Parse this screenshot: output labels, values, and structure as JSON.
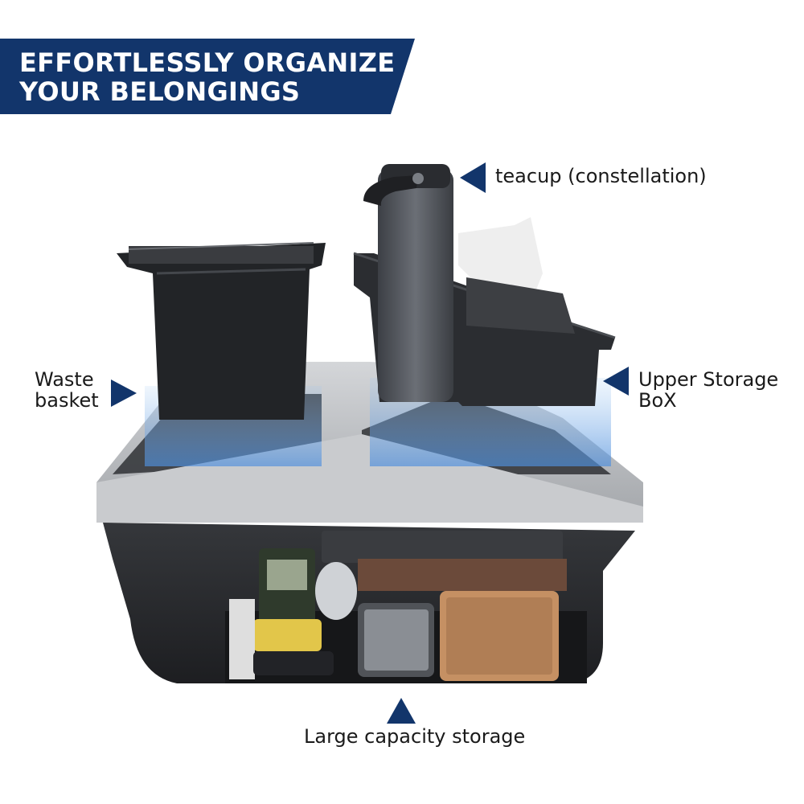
{
  "banner": {
    "line1": "EFFORTLESSLY ORGANIZE",
    "line2": "YOUR BELONGINGS",
    "color": "#12356b"
  },
  "callouts": {
    "teacup": "teacup (constellation)",
    "waste_line1": "Waste",
    "waste_line2": "basket",
    "upper_line1": "Upper Storage",
    "upper_line2": "BoX",
    "large": "Large capacity storage"
  },
  "colors": {
    "arrow": "#12356b",
    "glow": "#7fb2e8",
    "body_dark": "#2a2c30",
    "lid_gray": "#b8bbbf"
  },
  "icons": {
    "pointer": "triangle-arrow-icon"
  }
}
